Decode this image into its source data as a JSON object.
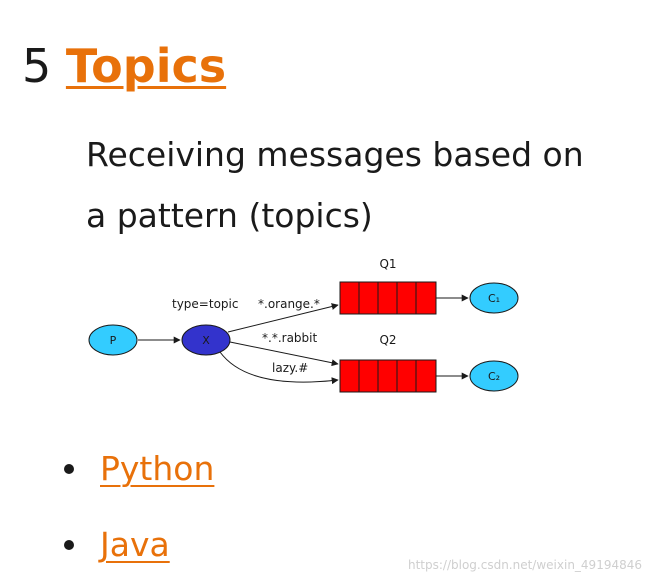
{
  "heading": {
    "number": "5",
    "link_label": "Topics"
  },
  "description": "Receiving messages based on a pattern (topics)",
  "diagram": {
    "producer": "P",
    "exchange": "X",
    "exchange_type": "type=topic",
    "queues": [
      {
        "label": "Q1",
        "consumer": "C₁"
      },
      {
        "label": "Q2",
        "consumer": "C₂"
      }
    ],
    "bindings": [
      "*.orange.*",
      "*.*.rabbit",
      "lazy.#"
    ],
    "colors": {
      "producer_fill": "#33ccff",
      "exchange_fill": "#3333cc",
      "queue_fill": "#ff0000",
      "consumer_fill": "#33ccff"
    }
  },
  "links": [
    {
      "label": "Python"
    },
    {
      "label": "Java"
    }
  ],
  "watermark": "https://blog.csdn.net/weixin_49194846",
  "colors": {
    "link": "#e8710a",
    "text": "#1a1a1a"
  }
}
